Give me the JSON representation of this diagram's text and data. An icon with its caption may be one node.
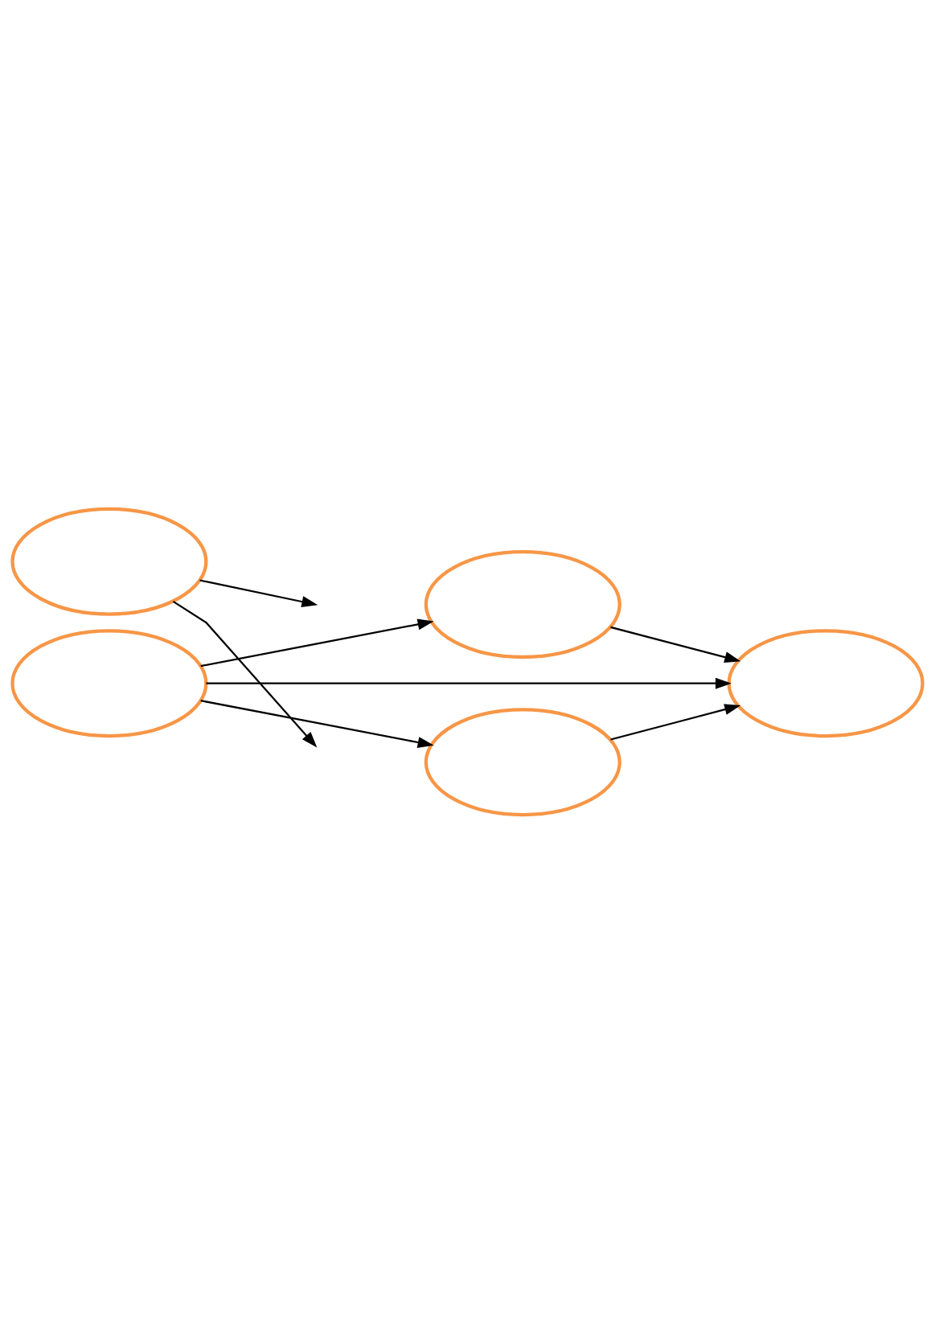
{
  "diagram": {
    "nodes": [
      {
        "text": [],
        "shape": "ellipse"
      },
      {
        "text": [],
        "shape": "ellipse"
      },
      {
        "text": [],
        "shape": "ellipse"
      },
      {
        "text": [],
        "shape": "ellipse"
      },
      {
        "text": [],
        "shape": "ellipse"
      }
    ],
    "edges": [
      {
        "from": 2,
        "to": 1,
        "arrow": "to"
      },
      {
        "from": 2,
        "to": 3,
        "arrow": "to"
      },
      {
        "from": 2,
        "to": 4,
        "arrow": "to"
      },
      {
        "from": 1,
        "to": 3,
        "arrow": "to"
      },
      {
        "from": 4,
        "to": 3,
        "arrow": "to"
      },
      {
        "from": 0,
        "to": null,
        "arrow": "to"
      },
      {
        "from": 0,
        "to": null,
        "arrow": "to"
      }
    ]
  }
}
